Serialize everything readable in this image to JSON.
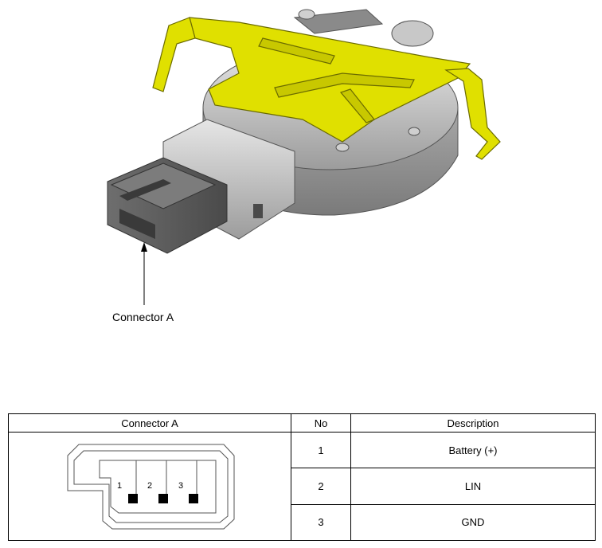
{
  "callout": {
    "label": "Connector A"
  },
  "table": {
    "headers": [
      "Connector A",
      "No",
      "Description"
    ],
    "rows": [
      {
        "no": "1",
        "description": "Battery (+)"
      },
      {
        "no": "2",
        "description": "LIN"
      },
      {
        "no": "3",
        "description": "GND"
      }
    ],
    "face_pins": [
      "1",
      "2",
      "3"
    ]
  },
  "colors": {
    "clip": "#e0e000",
    "housing": "#b4b4b4",
    "connector": "#5e5e5e"
  }
}
